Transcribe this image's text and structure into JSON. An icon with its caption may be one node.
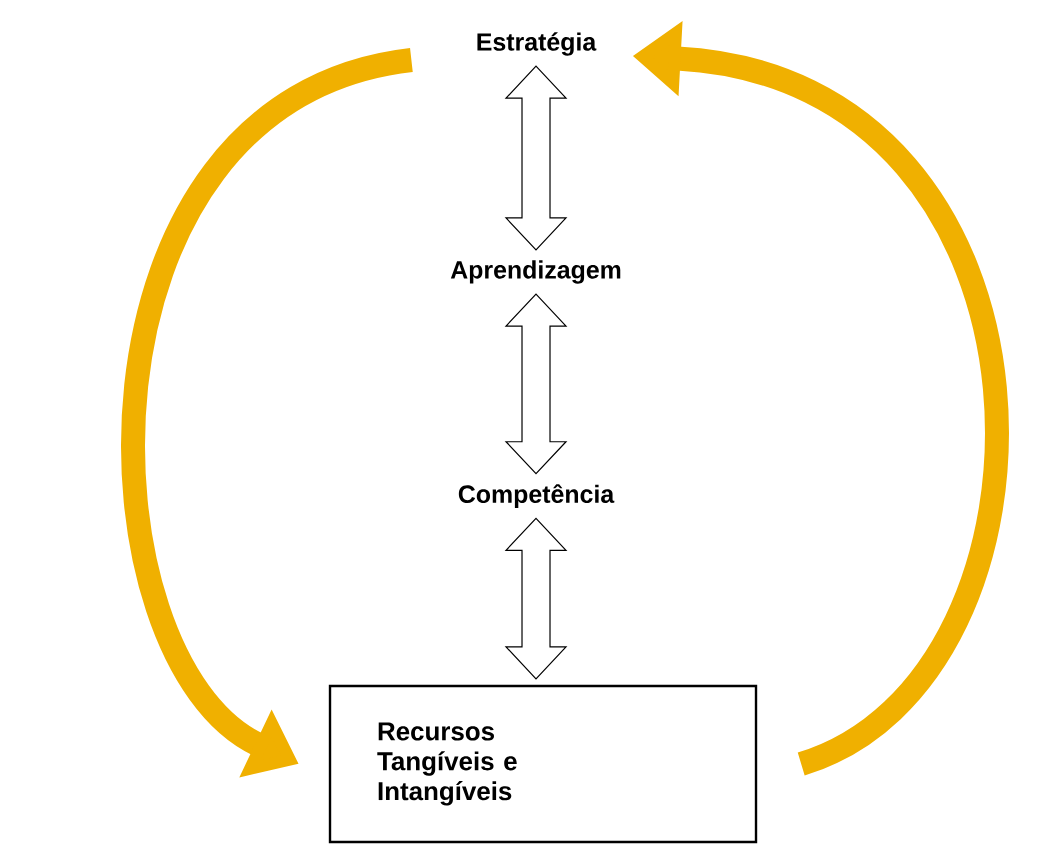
{
  "diagram": {
    "nodes": [
      {
        "text": [
          "Estratégia"
        ]
      },
      {
        "text": [
          "Aprendizagem"
        ]
      },
      {
        "text": [
          "Competência"
        ]
      },
      {
        "text": [
          "Recursos Tangíveis e Intangíveis"
        ]
      }
    ],
    "edges": [
      {
        "from": 0,
        "to": 1,
        "arrow": "both"
      },
      {
        "from": 1,
        "to": 2,
        "arrow": "both"
      },
      {
        "from": 2,
        "to": 3,
        "arrow": "both"
      },
      {
        "from": 0,
        "to": 3,
        "arrow": "to",
        "color": "#f0b000"
      },
      {
        "from": 3,
        "to": 0,
        "arrow": "to",
        "color": "#f0b000"
      }
    ]
  }
}
